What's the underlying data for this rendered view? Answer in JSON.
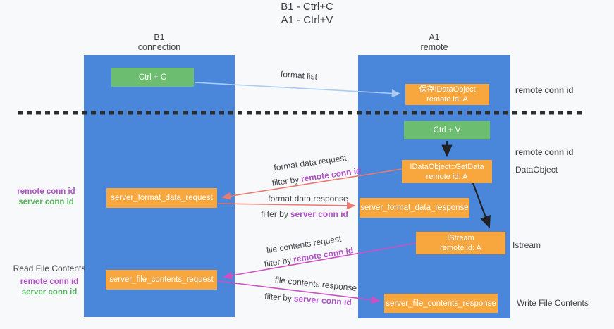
{
  "title": {
    "line1": "B1 - Ctrl+C",
    "line2": "A1 - Ctrl+V"
  },
  "lanes": {
    "left": {
      "title": "B1",
      "subtitle": "connection"
    },
    "right": {
      "title": "A1",
      "subtitle": "remote"
    }
  },
  "boxes": {
    "ctrl_c": {
      "label": "Ctrl + C"
    },
    "ctrl_v": {
      "label": "Ctrl + V"
    },
    "save_idataobject": {
      "line1": "保存IDataObject",
      "line2": "remote id: A"
    },
    "getdata": {
      "line1": "IDataObject::GetData",
      "line2": "remote id: A"
    },
    "istream": {
      "line1": "IStream",
      "line2": "remote id: A"
    },
    "format_request": {
      "label": "server_format_data_request"
    },
    "format_response": {
      "label": "server_format_data_response"
    },
    "file_request": {
      "label": "server_file_contents_request"
    },
    "file_response": {
      "label": "server_file_contents_response"
    }
  },
  "arrow_labels": {
    "format_list": "format list",
    "format_data_request": "format data request",
    "format_data_response": "format data response",
    "file_contents_request": "file contents request",
    "file_contents_response": "file contents response",
    "filter_by": "filter by",
    "remote_conn_id": "remote conn id",
    "server_conn_id": "server conn id"
  },
  "side_labels": {
    "remote_conn_id": "remote conn id",
    "server_conn_id": "server conn id",
    "dataobject": "DataObject",
    "istream": "Istream",
    "read_file_contents": "Read File Contents",
    "write_file_contents": "Write File Contents"
  },
  "colors": {
    "lane_blue": "#4a86d9",
    "box_orange": "#f8a63e",
    "box_green": "#6dbd71",
    "arrow_salmon": "#e87a70",
    "arrow_magenta": "#cc50c4",
    "arrow_light_blue": "#abcdf4",
    "arrow_black": "#222222",
    "dashed_line": "#2e2e2e",
    "text_purple": "#af52c6",
    "text_green": "#55b25c"
  }
}
